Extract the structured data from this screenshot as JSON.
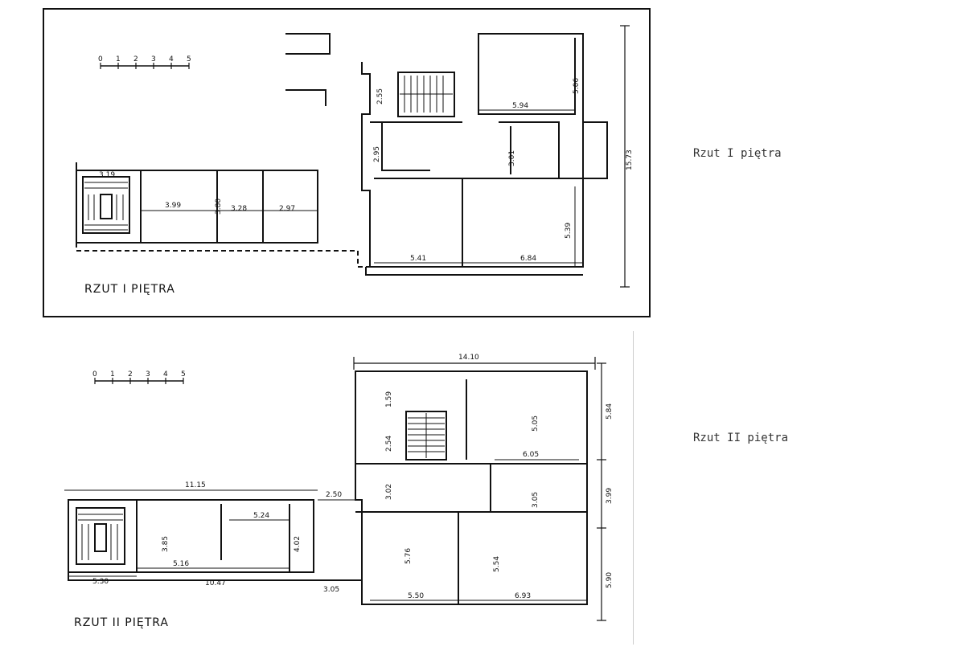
{
  "plan1": {
    "caption": "Rzut I piętra",
    "handwritten_title": "RZUT I PIĘTRA",
    "scale": [
      "0",
      "1",
      "2",
      "3",
      "4",
      "5"
    ],
    "dims": {
      "overall": "15.73",
      "d506": "5.06",
      "d594": "5.94",
      "d255": "2.55",
      "d295": "2.95",
      "d301": "3.01",
      "d319": "3.19",
      "d399": "3.99",
      "d380": "3.80",
      "d328": "3.28",
      "d297": "2.97",
      "d539": "5.39",
      "d541": "5.41",
      "d684": "6.84"
    }
  },
  "plan2": {
    "caption": "Rzut II piętra",
    "handwritten_title": "RZUT II PIĘTRA",
    "scale": [
      "0",
      "1",
      "2",
      "3",
      "4",
      "5"
    ],
    "dims": {
      "d1410": "14.10",
      "d159": "1.59",
      "d505": "5.05",
      "d584": "5.84",
      "d254": "2.54",
      "d605": "6.05",
      "d302": "3.02",
      "d305": "3.05",
      "d399": "3.99",
      "d1115": "11.15",
      "d250": "2.50",
      "d385": "3.85",
      "d524": "5.24",
      "d402": "4.02",
      "d576": "5.76",
      "d554": "5.54",
      "d516": "5.16",
      "d1047": "10.47",
      "d305b": "3.05",
      "d530": "5.30",
      "d550": "5.50",
      "d693": "6.93",
      "d590": "5.90"
    }
  }
}
